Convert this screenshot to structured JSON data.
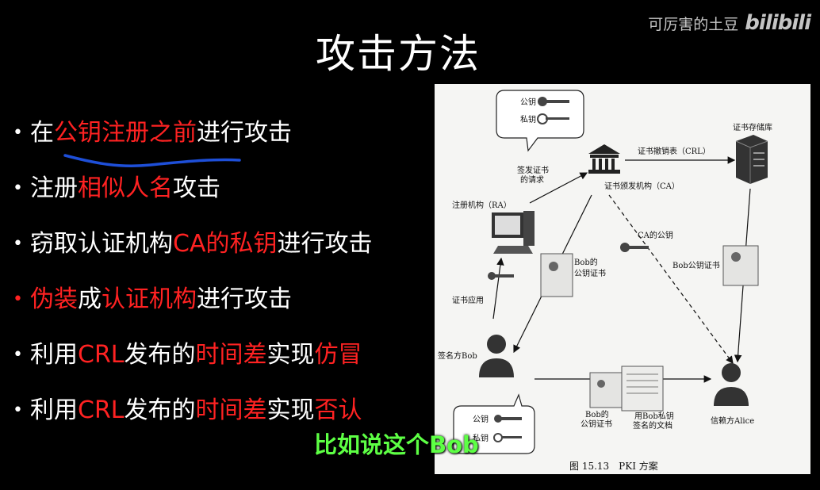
{
  "title": "攻击方法",
  "watermark": {
    "channel": "可厉害的土豆",
    "logo": "bilibili"
  },
  "bullets": [
    {
      "parts": [
        {
          "text": "在",
          "red": false
        },
        {
          "text": "公钥注册之前",
          "red": true
        },
        {
          "text": "进行攻击",
          "red": false
        }
      ]
    },
    {
      "parts": [
        {
          "text": "注册",
          "red": false
        },
        {
          "text": "相似人名",
          "red": true
        },
        {
          "text": "攻击",
          "red": false
        }
      ]
    },
    {
      "parts": [
        {
          "text": "窃取认证机构",
          "red": false
        },
        {
          "text": "CA的私钥",
          "red": true
        },
        {
          "text": "进行攻击",
          "red": false
        }
      ]
    },
    {
      "parts": [
        {
          "text": "伪装",
          "red": true
        },
        {
          "text": "成",
          "red": false
        },
        {
          "text": "认证机构",
          "red": true
        },
        {
          "text": "进行攻击",
          "red": false
        }
      ]
    },
    {
      "parts": [
        {
          "text": "利用",
          "red": false
        },
        {
          "text": "CRL",
          "red": true
        },
        {
          "text": "发布的",
          "red": false
        },
        {
          "text": "时间差",
          "red": true
        },
        {
          "text": "实现",
          "red": false
        },
        {
          "text": "仿冒",
          "red": true
        }
      ]
    },
    {
      "parts": [
        {
          "text": "利用",
          "red": false
        },
        {
          "text": "CRL",
          "red": true
        },
        {
          "text": "发布的",
          "red": false
        },
        {
          "text": "时间差",
          "red": true
        },
        {
          "text": "实现",
          "red": false
        },
        {
          "text": "否认",
          "red": true
        }
      ]
    }
  ],
  "figure": {
    "caption": "图 15.13　PKI 方案",
    "labels": {
      "pubkey": "公钥",
      "privkey": "私钥",
      "crl": "证书撤销表（CRL）",
      "repo": "证书存储库",
      "sign_request_1": "签发证书",
      "sign_request_2": "的请求",
      "ra": "注册机构（RA）",
      "ca": "证书颁发机构（CA）",
      "ca_pubkey": "CA的公钥",
      "bob_cert_1": "Bob的",
      "bob_cert_2": "公钥证书",
      "bob_cert_right": "Bob公钥证书",
      "apply": "证书应用",
      "signer": "签名方Bob",
      "trust": "信赖方Alice",
      "doc_1": "用Bob私钥",
      "doc_2": "签名的文档",
      "pubkey2": "公钥",
      "privkey2": "私钥"
    }
  },
  "subtitle": "比如说这个Bob",
  "colors": {
    "highlight": "#ff2222",
    "subtitle": "#5dff44",
    "underline": "#1e4fd8"
  }
}
